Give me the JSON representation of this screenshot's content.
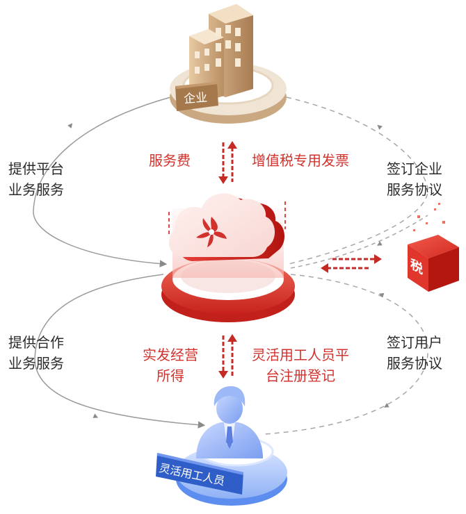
{
  "nodes": {
    "enterprise": "企业",
    "worker": "灵活用工人员",
    "tax_icon": "税"
  },
  "labels": {
    "left_top_line1": "提供平台",
    "left_top_line2": "业务服务",
    "left_bottom_line1": "提供合作",
    "left_bottom_line2": "业务服务",
    "right_top_line1": "签订企业",
    "right_top_line2": "服务协议",
    "right_bottom_line1": "签订用户",
    "right_bottom_line2": "服务协议",
    "service_fee": "服务费",
    "vat_invoice": "增值税专用发票",
    "income_line1": "实发经营",
    "income_line2": "所得",
    "register_line1": "灵活用工人员平",
    "register_line2": "台注册登记"
  },
  "colors": {
    "accent_red": "#d2322d",
    "text_dark": "#2b2b2b",
    "enterprise_brown": "#b48c62",
    "worker_blue": "#3f73e6"
  }
}
